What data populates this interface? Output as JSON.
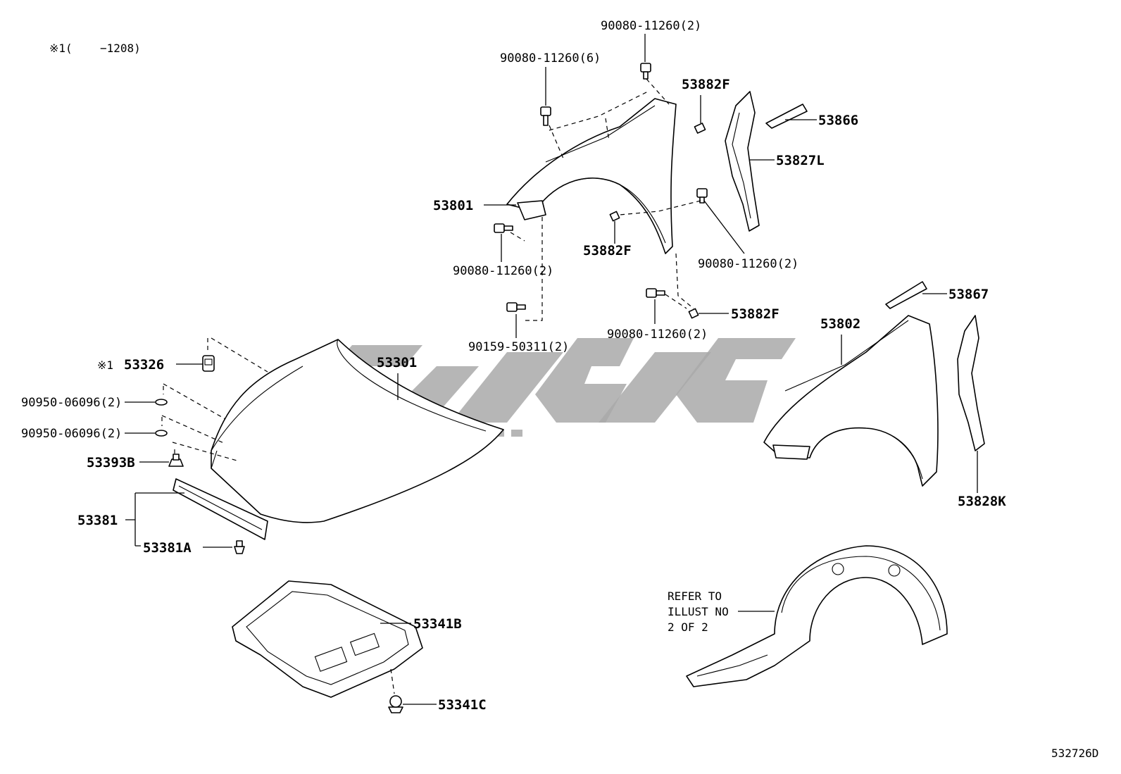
{
  "note": {
    "prefix": "※1(",
    "range": "−1208)"
  },
  "diagram_id": "532726D",
  "labels": {
    "b1": "90080-11260(2)",
    "b2": "90080-11260(6)",
    "p53882f_top": "53882F",
    "p53866": "53866",
    "p53827l": "53827L",
    "p53801": "53801",
    "b3": "90080-11260(2)",
    "p53882f_mid": "53882F",
    "b4": "90080-11260(2)",
    "p53867": "53867",
    "p53882f_low": "53882F",
    "p53802": "53802",
    "b5": "90080-11260(2)",
    "s1": "90159-50311(2)",
    "p53301": "53301",
    "n1_mark": "※1",
    "p53326": "53326",
    "g1": "90950-06096(2)",
    "g2": "90950-06096(2)",
    "p53393b": "53393B",
    "p53381": "53381",
    "p53381a": "53381A",
    "p53828k": "53828K",
    "p53341b": "53341B",
    "p53341c": "53341C"
  },
  "refer": {
    "line1": "REFER TO",
    "line2": "ILLUST NO",
    "line3": "2 OF 2"
  }
}
